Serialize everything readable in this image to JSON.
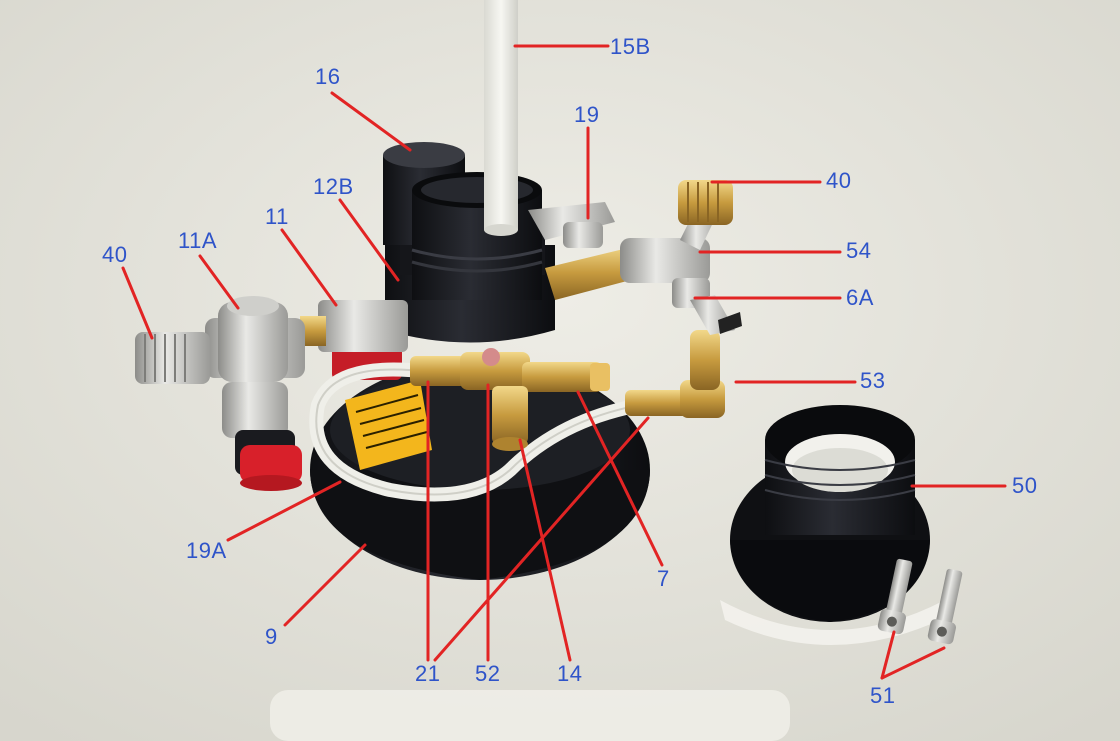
{
  "labels": {
    "l15b": "15B",
    "l16": "16",
    "l19": "19",
    "l12b": "12B",
    "l11": "11",
    "l11a": "11A",
    "l40_left": "40",
    "l40_right": "40",
    "l54": "54",
    "l6a": "6A",
    "l53": "53",
    "l50": "50",
    "l19a": "19A",
    "l9": "9",
    "l21": "21",
    "l52": "52",
    "l14": "14",
    "l7": "7",
    "l51": "51"
  },
  "colors": {
    "label_text": "#2f54c9",
    "leader_line": "#e22424",
    "background": "#e6e4dc",
    "plastic_black": "#17181c",
    "brass": "#c9a24a",
    "chrome": "#b9b9b6",
    "red_cap": "#d8202a",
    "tube": "#f1f1ec",
    "warning_label": "#f3b61c"
  },
  "icons": {
    "assembly": "pump-fitting-assembly-illustration",
    "warning_sticker": "warning-sticker-icon"
  }
}
